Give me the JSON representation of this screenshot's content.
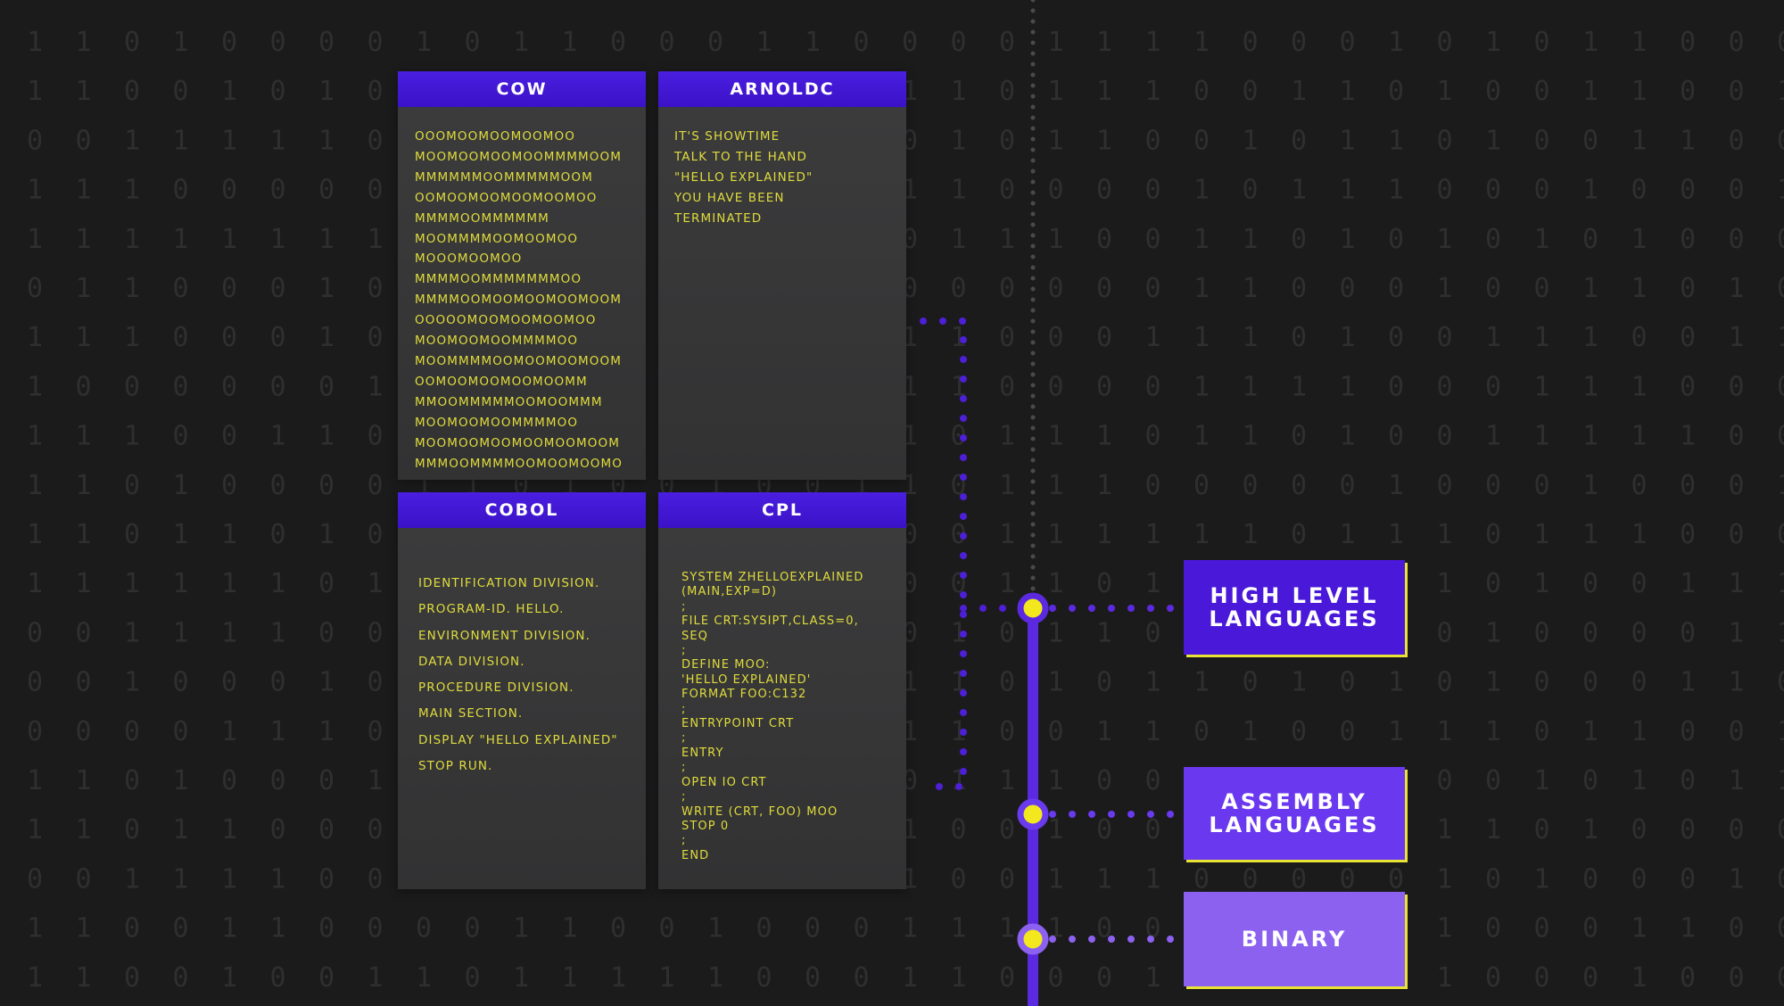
{
  "background_binary": [
    "1 1 0 1 0 0 0 0 1 0 1 1 0 0 0 1 1 0 0 0 0 1 1 1 1 0 0 0 1 0 1 0 1 1 0 0 0 1",
    "1 1 0 0 1 0 1 0 1 1 0 0 1 1 0 0 0 0 1 1 0 1 1 1 0 0 1 1 0 1 0 0 1 1 0 0 1 1",
    "0 0 1 1 1 1 1 0 0 1 0 1 1 0 1 0 1 0 0 1 0 1 1 0 0 1 0 1 1 0 1 0 0 1 1 0 0 1",
    "1 1 1 0 0 0 0 0 0 1 1 0 1 1 0 0 1 0 1 1 0 0 0 0 1 0 1 1 1 0 0 0 1 0 0 0 1 1",
    "1 1 1 1 1 1 1 1 0 0 0 1 0 0 1 1 0 0 0 1 1 1 0 0 1 1 0 1 0 1 0 1 0 1 0 0 0 1",
    "0 1 1 0 0 0 1 0 1 0 0 1 1 1 0 1 0 1 0 0 0 0 0 0 1 1 0 0 0 1 0 0 1 1 0 1 0 1",
    "1 1 1 0 0 0 1 0 1 0 1 0 1 0 1 1 0 0 1 1 0 0 0 1 1 1 0 1 0 0 1 1 1 0 0 1 1 0",
    "1 0 0 0 0 0 0 1 1 0 0 1 1 1 0 1 0 0 1 1 0 0 0 0 1 1 1 1 0 0 0 1 1 1 0 0 0 0",
    "1 1 1 0 0 1 1 0 0 1 1 0 0 1 0 0 1 1 1 0 1 1 1 0 1 1 0 1 0 0 1 1 1 1 1 0 0 1",
    "1 1 0 1 0 0 0 0 1 1 0 1 0 0 1 0 0 1 1 0 1 1 1 0 0 0 0 0 1 0 0 0 1 0 0 0 1 1",
    "1 1 0 1 1 0 1 0 0 0 1 1 0 0 1 1 0 1 0 0 1 1 1 1 1 1 0 1 1 1 0 1 1 1 0 0 0 1",
    "1 1 1 1 1 1 0 1 0 1 0 0 1 0 0 0 1 1 0 0 1 1 0 1 1 1 0 0 1 1 0 1 0 0 1 1 1 1",
    "0 0 1 1 1 1 0 0 1 0 1 1 0 0 0 0 1 0 0 1 0 1 1 0 1 1 0 1 0 0 1 0 0 0 0 1 1 1",
    "0 0 1 0 0 0 1 0 1 0 1 1 0 0 1 1 0 0 1 1 0 1 0 1 1 0 1 0 1 0 1 0 0 0 1 1 0 0",
    "0 0 0 0 1 1 1 0 0 1 0 1 1 0 0 0 0 0 1 1 0 0 1 1 0 1 0 0 1 1 1 0 1 1 0 0 1 1",
    "1 1 0 1 0 0 0 1 0 1 0 1 1 1 0 1 0 0 0 1 1 1 0 0 1 1 1 1 0 0 0 1 0 1 0 1 1 0",
    "1 1 0 1 1 0 0 0 0 0 0 1 1 0 0 0 0 1 1 0 0 1 0 0 0 1 0 0 1 1 1 0 1 0 0 0 0 0",
    "0 0 1 1 1 1 0 0 1 0 0 1 1 1 0 0 1 1 1 0 0 1 1 1 0 0 0 0 0 1 0 1 0 0 0 1 0 0",
    "1 1 0 0 1 1 0 0 0 0 1 1 0 0 1 0 0 0 1 1 1 1 0 0 1 1 1 0 1 1 0 0 0 1 1 0 0 1",
    "1 1 0 0 1 0 0 1 1 0 1 1 1 1 1 0 0 0 1 1 0 0 0 1 0 1 0 1 0 1 0 0 0 1 0 0 0 1"
  ],
  "panels": {
    "cow": {
      "title": "COW",
      "lines": [
        "OOOMOOMOOMOOMOO",
        "MOOMOOMOOMOOMMMMOOM",
        "MMMMMMOOMMMMMOOM",
        "OOMOOMOOMOOMOOMOO",
        "MMMMOOMMMMMM",
        "MOOMMMMOOMOOMOO",
        "MOOOMOOMOO",
        "MMMMOOMMMMMMMOO",
        "MMMMOOMOOMOOMOOMOOM",
        "OOOOOMOOMOOMOOMOO",
        "MOOMOOMOOMMMMOO",
        "MOOMMMMOOMOOMOOMOOM",
        "OOMOOMOOMOOMOOMM",
        "MMOOMMMMMOOMOOMMM",
        "MOOMOOMOOMMMMOO",
        "MOOMOOMOOMOOMOOMOOM",
        "MMMOOMMMMOOMOOMOOMO"
      ]
    },
    "arnoldc": {
      "title": "ARNOLDC",
      "lines": [
        "IT'S SHOWTIME",
        "TALK TO THE HAND",
        "\"HELLO EXPLAINED\"",
        "YOU HAVE BEEN",
        "TERMINATED"
      ]
    },
    "cobol": {
      "title": "COBOL",
      "lines": [
        "IDENTIFICATION DIVISION.",
        "PROGRAM-ID. HELLO.",
        "ENVIRONMENT DIVISION.",
        "DATA DIVISION.",
        "PROCEDURE DIVISION.",
        "MAIN SECTION.",
        "DISPLAY \"HELLO EXPLAINED\"",
        "STOP RUN."
      ]
    },
    "cpl": {
      "title": "CPL",
      "lines": [
        "SYSTEM ZHELLOEXPLAINED",
        "(MAIN,EXP=D)",
        ";",
        "FILE CRT:SYSIPT,CLASS=0,",
        "SEQ",
        ";",
        "DEFINE MOO:",
        "'HELLO EXPLAINED'",
        "FORMAT FOO:C132",
        ";",
        "ENTRYPOINT CRT",
        ";",
        "ENTRY",
        ";",
        "OPEN IO CRT",
        ";",
        "WRITE (CRT, FOO) MOO",
        "STOP 0",
        ";",
        "END"
      ]
    }
  },
  "levels": {
    "high": "HIGH LEVEL LANGUAGES",
    "assembly": "ASSEMBLY LANGUAGES",
    "binary": "BINARY"
  },
  "colors": {
    "background": "#1b1b1c",
    "panel": "#363637",
    "header": "#3f15d2",
    "code_text": "#e0dc3c",
    "node": "#f2e81d",
    "line": "#5b2ae0",
    "high_box": "#4a18d8",
    "assembly_box": "#6a38ee",
    "binary_box": "#8c61f0",
    "box_shadow": "#e8e335"
  }
}
